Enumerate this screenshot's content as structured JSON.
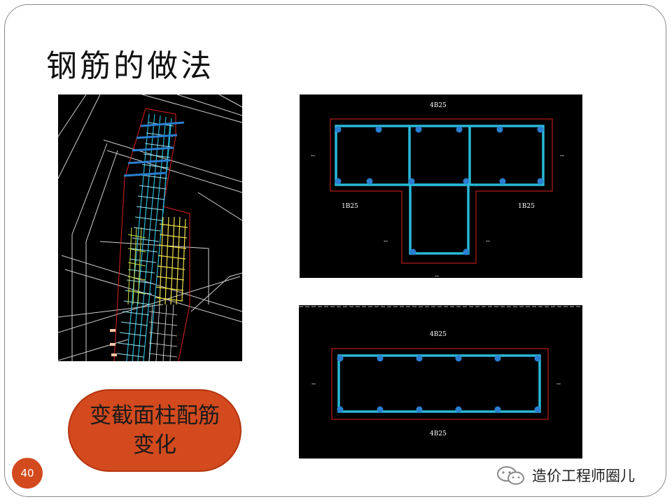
{
  "slide": {
    "title": "钢筋的做法",
    "badge_text": "变截面柱配筋变化",
    "page_number": "40",
    "watermark": "造价工程师圈儿"
  },
  "t_section": {
    "top_label": "4B25",
    "left_flange_label": "1B25",
    "right_flange_label": "1B25",
    "dash_left": "--",
    "dash_right": "--",
    "dash_web_left": "--",
    "dash_web_right": "--",
    "dash_bottom": "--"
  },
  "rect_section": {
    "top_label": "4B25",
    "bottom_label": "4B25",
    "dash_left": "--",
    "dash_right": "--"
  },
  "colors": {
    "rebar": "#29b8d8",
    "outline": "#e02020",
    "badge": "#d24a1e",
    "cad_bg": "#000000"
  }
}
